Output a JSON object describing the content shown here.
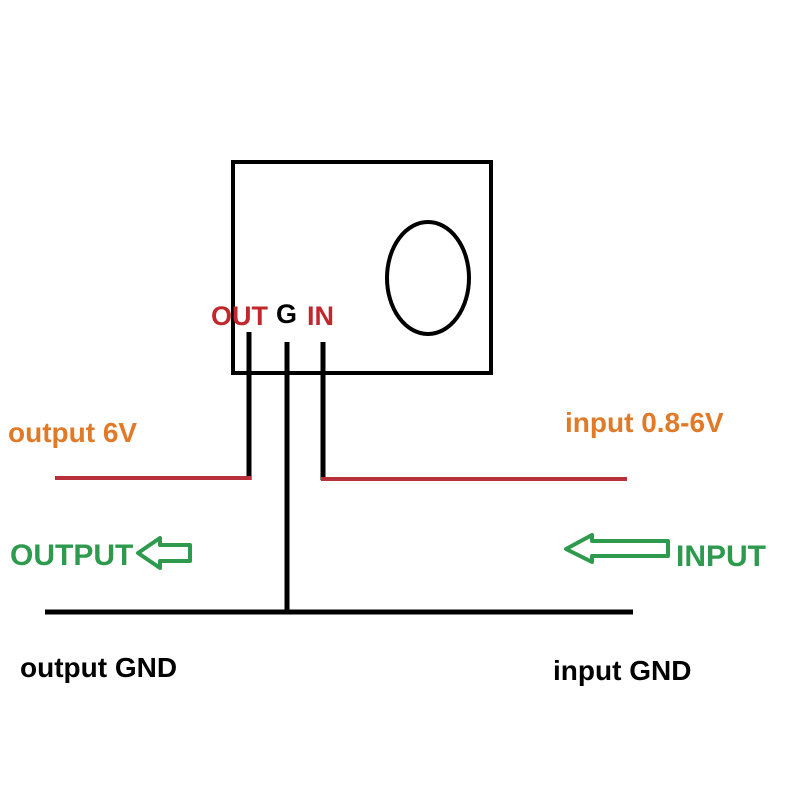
{
  "pins": {
    "out": "OUT",
    "gnd": "G",
    "in": "IN"
  },
  "labels": {
    "output_voltage": "output 6V",
    "input_voltage": "input 0.8-6V",
    "output": "OUTPUT",
    "input": "INPUT",
    "output_gnd": "output GND",
    "input_gnd": "input GND"
  },
  "colors": {
    "pin_label_red": "#c0282d",
    "voltage_orange": "#e07a28",
    "direction_green": "#2e9a4e",
    "positive_line": "#b8303a",
    "wire_black": "#000000"
  }
}
